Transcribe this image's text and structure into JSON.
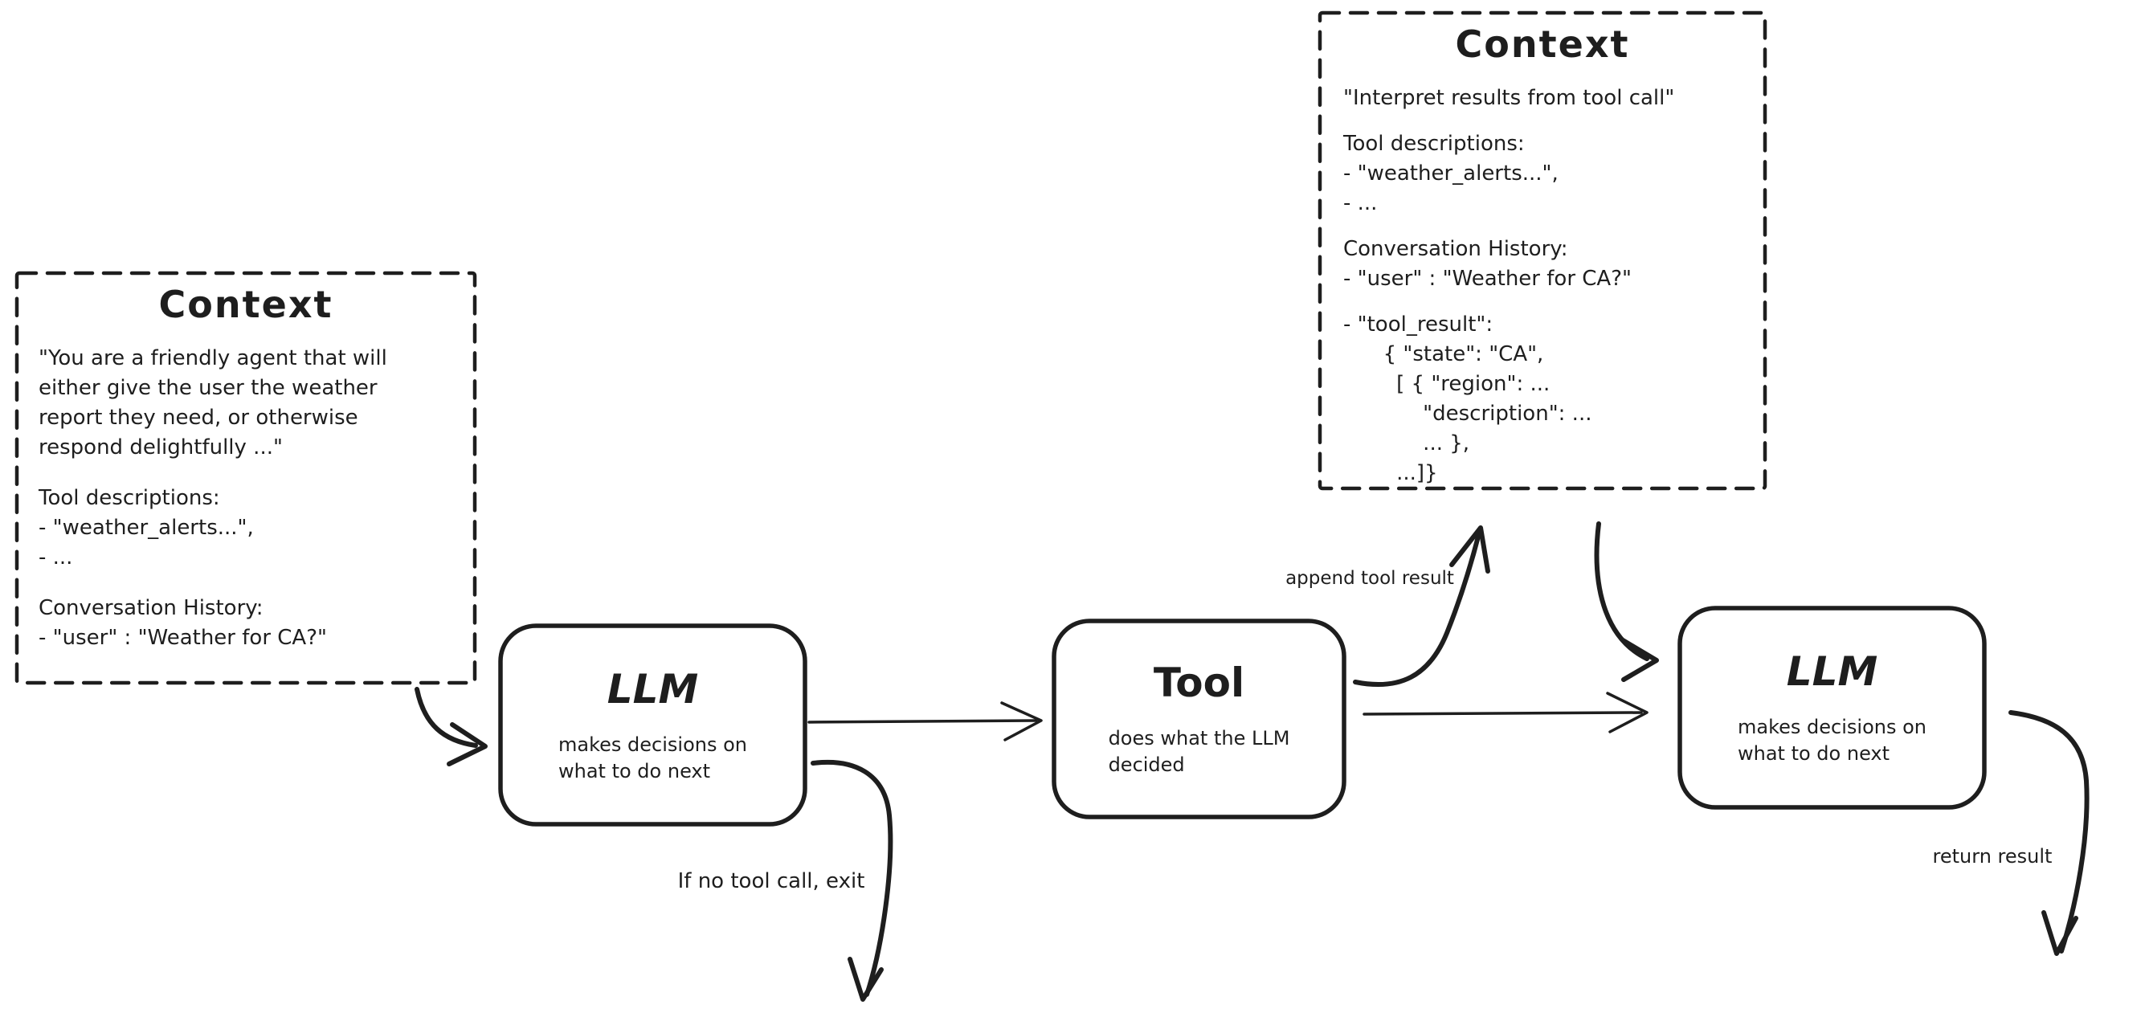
{
  "colors": {
    "stroke": "#1e1e1e",
    "background": "#ffffff"
  },
  "context_left": {
    "title": "Context",
    "sections": [
      [
        "\"You are a friendly agent that will",
        "either give the user the weather",
        "report they need, or otherwise",
        "respond delightfully ...\""
      ],
      [
        "Tool descriptions:",
        "- \"weather_alerts...\",",
        "- ..."
      ],
      [
        "Conversation History:",
        "- \"user\" : \"Weather for CA?\""
      ]
    ]
  },
  "context_top": {
    "title": "Context",
    "sections": [
      [
        "\"Interpret results from tool call\""
      ],
      [
        "Tool descriptions:",
        "- \"weather_alerts...\",",
        "- ..."
      ],
      [
        "Conversation History:",
        "- \"user\" : \"Weather for CA?\""
      ],
      [
        "- \"tool_result\":",
        "      { \"state\": \"CA\",",
        "        [ { \"region\": ...",
        "            \"description\": ...",
        "            ... },",
        "        ...]}"
      ]
    ]
  },
  "nodes": {
    "llm1": {
      "title": "LLM",
      "subtitle": [
        "makes decisions on",
        "what to do next"
      ]
    },
    "tool": {
      "title": "Tool",
      "subtitle": [
        "does what the LLM",
        "decided"
      ]
    },
    "llm2": {
      "title": "LLM",
      "subtitle": [
        "makes decisions on",
        "what to do next"
      ]
    }
  },
  "edge_labels": {
    "append_tool_result": "append tool result",
    "if_no_tool_call": "If no tool call, exit",
    "return_result": "return result"
  }
}
